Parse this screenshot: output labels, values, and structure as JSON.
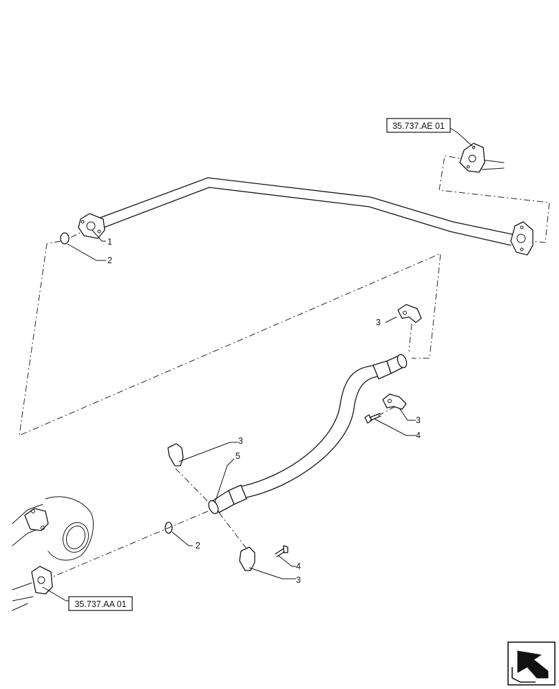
{
  "references": {
    "upper": "35.737.AE 01",
    "lower": "35.737.AA 01"
  },
  "callouts": {
    "c1": "1",
    "c2_upper": "2",
    "c2_lower": "2",
    "c3_a": "3",
    "c3_b": "3",
    "c3_c": "3",
    "c3_d": "3",
    "c4_a": "4",
    "c4_b": "4",
    "c5": "5"
  },
  "icons": {
    "navigation": "next-page-arrow-icon"
  }
}
